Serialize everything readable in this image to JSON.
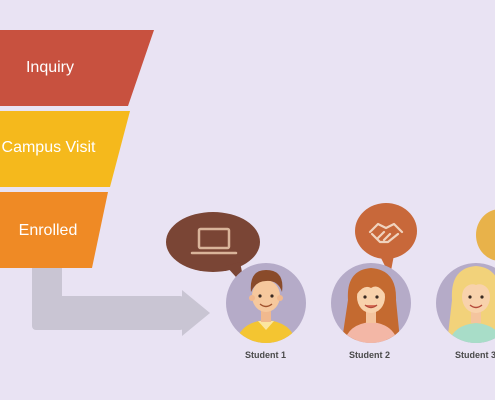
{
  "funnel": {
    "stages": [
      {
        "label": "Inquiry",
        "color": "#c8513f"
      },
      {
        "label": "Campus Visit",
        "color": "#f5b91c"
      },
      {
        "label": "Enrolled",
        "color": "#ef8a25"
      }
    ]
  },
  "arrow": {
    "color": "#c9c5d3"
  },
  "students": [
    {
      "label": "Student 1",
      "bubble_icon": "laptop-icon",
      "bubble_color": "#7a4535"
    },
    {
      "label": "Student 2",
      "bubble_icon": "handshake-icon",
      "bubble_color": "#c8683a"
    },
    {
      "label": "Student 3",
      "bubble_icon": "partial-bubble",
      "bubble_color": "#e8b24a"
    }
  ],
  "colors": {
    "background": "#e9e3f3",
    "avatar_bg": "#b5abc8"
  }
}
